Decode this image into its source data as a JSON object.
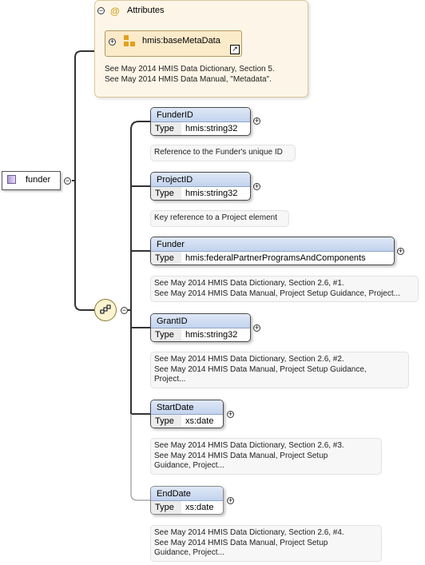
{
  "attributes": {
    "title": "Attributes",
    "node_label": "hmis:baseMetaData",
    "note_line1": "See May 2014 HMIS Data Dictionary, Section 5.",
    "note_line2": "See May 2014 HMIS Data Manual, \"Metadata\"."
  },
  "root": {
    "label": "funder"
  },
  "type_key": "Type",
  "elements": [
    {
      "name": "FunderID",
      "type": "hmis:string32",
      "note": [
        "Reference to the Funder's unique ID"
      ]
    },
    {
      "name": "ProjectID",
      "type": "hmis:string32",
      "note": [
        "Key reference to a Project element"
      ]
    },
    {
      "name": "Funder",
      "type": "hmis:federalPartnerProgramsAndComponents",
      "note": [
        "See May 2014 HMIS Data Dictionary, Section 2.6, #1.",
        "See May 2014 HMIS Data Manual, Project Setup Guidance, Project..."
      ]
    },
    {
      "name": "GrantID",
      "type": "hmis:string32",
      "note": [
        "See May 2014 HMIS Data Dictionary, Section 2.6, #2.",
        "See May 2014 HMIS Data Manual, Project Setup Guidance,",
        "Project..."
      ]
    },
    {
      "name": "StartDate",
      "type": "xs:date",
      "note": [
        "See May 2014 HMIS Data Dictionary, Section 2.6, #3.",
        "See May 2014 HMIS Data Manual, Project Setup",
        "Guidance, Project..."
      ]
    },
    {
      "name": "EndDate",
      "type": "xs:date",
      "note": [
        "See May 2014 HMIS Data Dictionary, Section 2.6, #4.",
        "See May 2014 HMIS Data Manual, Project Setup",
        "Guidance, Project..."
      ]
    }
  ]
}
